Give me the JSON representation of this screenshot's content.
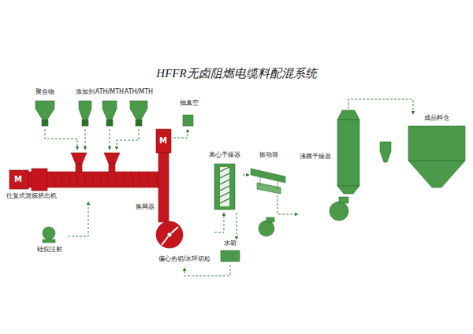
{
  "diagram": {
    "title": "HFFR无卤阻燃电缆料配混系统",
    "nodes": [
      {
        "text": [
          "聚合物"
        ]
      },
      {
        "text": [
          "添加剂"
        ]
      },
      {
        "text": [
          "ATH/MTH"
        ]
      },
      {
        "text": [
          "ATH/MTH"
        ]
      },
      {
        "text": [
          "往复式混炼挤出机"
        ]
      },
      {
        "text": [
          "硅烷注射"
        ]
      },
      {
        "text": [
          "抽真空"
        ]
      },
      {
        "text": [
          "换网器"
        ]
      },
      {
        "text": [
          "偏心热切/水环切粒"
        ]
      },
      {
        "text": [
          "水箱"
        ]
      },
      {
        "text": [
          "离心干燥器"
        ]
      },
      {
        "text": [
          "振动筛"
        ]
      },
      {
        "text": [
          "沸腾干燥器"
        ]
      },
      {
        "text": [
          "成品料仓"
        ]
      }
    ],
    "edges": [
      {
        "from": 0,
        "to": 4,
        "arrow": "to"
      },
      {
        "from": 1,
        "to": 4,
        "arrow": "to"
      },
      {
        "from": 2,
        "to": 4,
        "arrow": "to"
      },
      {
        "from": 3,
        "to": 4,
        "arrow": "to"
      },
      {
        "from": 5,
        "to": 4,
        "arrow": "to"
      },
      {
        "from": 7,
        "to": 6,
        "arrow": "to"
      },
      {
        "from": 4,
        "to": 7,
        "arrow": "none"
      },
      {
        "from": 7,
        "to": 8,
        "arrow": "none"
      },
      {
        "from": 8,
        "to": 10,
        "arrow": "to"
      },
      {
        "from": 10,
        "to": 9,
        "arrow": "to"
      },
      {
        "from": 9,
        "to": 8,
        "arrow": "to"
      },
      {
        "from": 10,
        "to": 11,
        "arrow": "to"
      },
      {
        "from": 11,
        "to": 12,
        "arrow": "to"
      },
      {
        "from": 12,
        "to": 13,
        "arrow": "to"
      }
    ],
    "labels": [
      "M",
      "M"
    ]
  }
}
